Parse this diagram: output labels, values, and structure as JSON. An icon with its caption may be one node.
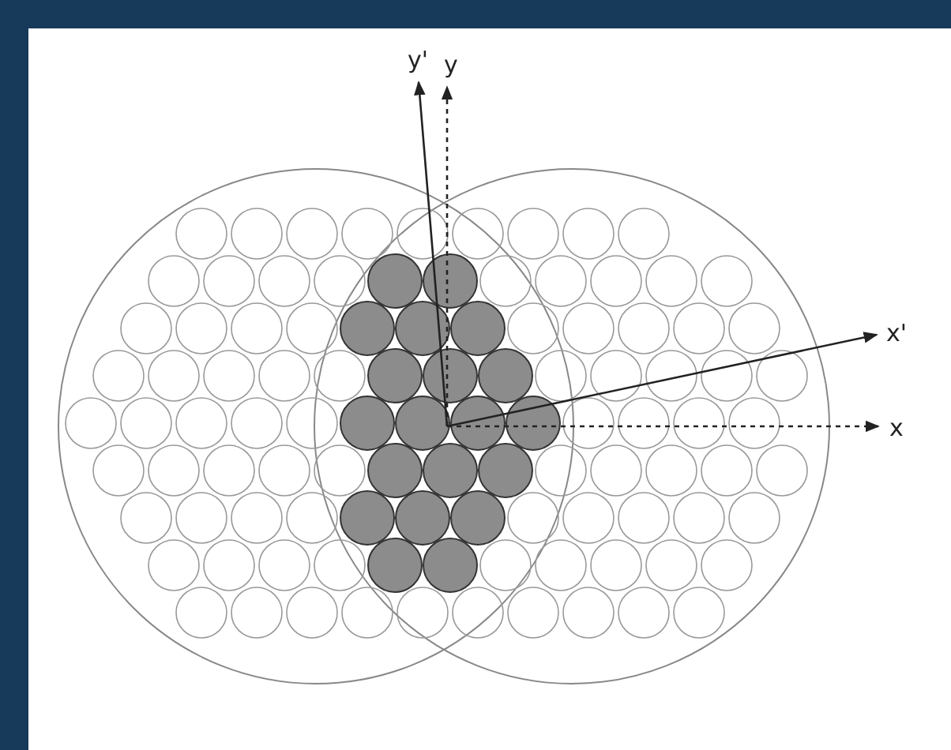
{
  "diagram": {
    "labels": [
      "y'",
      "y",
      "x'",
      "x"
    ]
  }
}
